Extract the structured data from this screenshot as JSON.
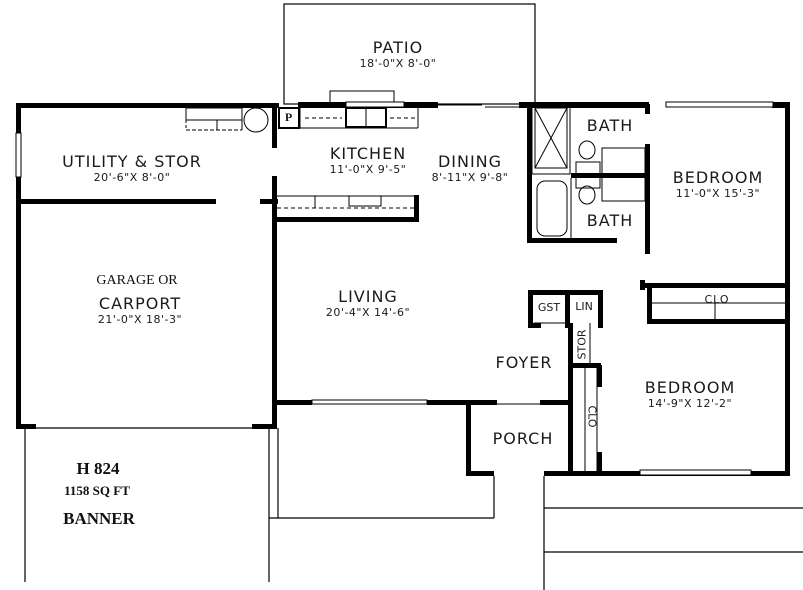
{
  "plan": {
    "rooms": {
      "patio": {
        "name": "PATIO",
        "dims": "18'-0\"X 8'-0\""
      },
      "utility": {
        "name": "UTILITY & STOR",
        "dims": "20'-6\"X 8'-0\""
      },
      "kitchen": {
        "name": "KITCHEN",
        "dims": "11'-0\"X 9'-5\""
      },
      "dining": {
        "name": "DINING",
        "dims": "8'-11\"X 9'-8\""
      },
      "bath_1": {
        "name": "BATH"
      },
      "bath_2": {
        "name": "BATH"
      },
      "bedroom_1": {
        "name": "BEDROOM",
        "dims": "11'-0\"X 15'-3\""
      },
      "garage": {
        "prefix": "GARAGE OR",
        "name": "CARPORT",
        "dims": "21'-0\"X 18'-3\""
      },
      "living": {
        "name": "LIVING",
        "dims": "20'-4\"X 14'-6\""
      },
      "gst": {
        "name": "GST"
      },
      "lin": {
        "name": "LIN"
      },
      "stor": {
        "name": "STOR"
      },
      "foyer": {
        "name": "FOYER"
      },
      "clo_1": {
        "name": "CLO"
      },
      "clo_2": {
        "name": "CLO"
      },
      "bedroom_2": {
        "name": "BEDROOM",
        "dims": "14'-9\"X 12'-2\""
      },
      "porch": {
        "name": "PORCH"
      },
      "pantry": {
        "name": "P"
      }
    },
    "info": {
      "plan_number": "H 824",
      "area": "1158 SQ FT",
      "plan_name": "BANNER"
    },
    "colors": {
      "wall": "#000000",
      "background": "#ffffff",
      "text": "#1a1a1a"
    }
  }
}
